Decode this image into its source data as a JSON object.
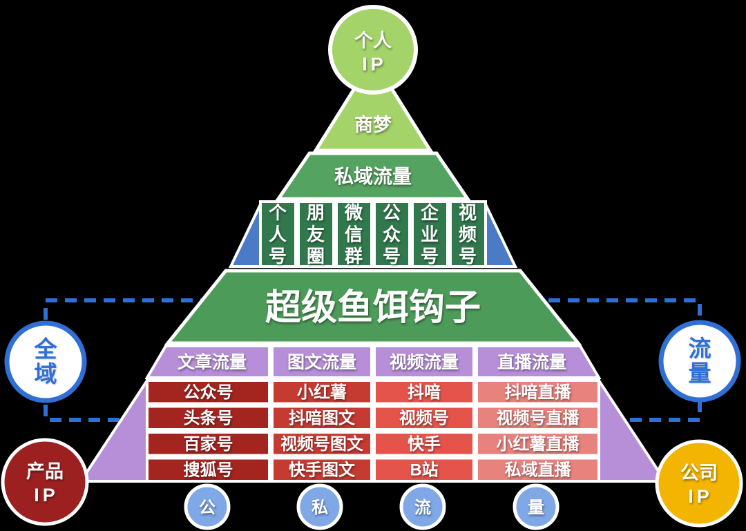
{
  "top_circle": {
    "line1": "个人",
    "line2": "IP"
  },
  "pyramid": {
    "level_shangmeng": "商梦",
    "level_private": "私域流量",
    "wechat_boxes": [
      "个人号",
      "朋友圈",
      "微信群",
      "公众号",
      "企业号",
      "视频号"
    ],
    "hook_title": "超级鱼饵钩子",
    "traffic_headers": [
      "文章流量",
      "图文流量",
      "视频流量",
      "直播流量"
    ],
    "grid_rows": [
      [
        "公众号",
        "小红薯",
        "抖喑",
        "抖喑直播"
      ],
      [
        "头条号",
        "抖喑图文",
        "视频号",
        "视频号直播"
      ],
      [
        "百家号",
        "视频号图文",
        "快手",
        "小红薯直播"
      ],
      [
        "搜狐号",
        "快手图文",
        "B站",
        "私域直播"
      ]
    ]
  },
  "left_circle": "全域",
  "right_circle": "流量",
  "product_circle": {
    "line1": "产品",
    "line2": "IP"
  },
  "company_circle": {
    "line1": "公司",
    "line2": "IP"
  },
  "bottom_circles": [
    "公",
    "私",
    "流",
    "量"
  ],
  "colors": {
    "light_green": "#a4d369",
    "mid_green": "#55a360",
    "dark_green_box": "#31794d",
    "hook_green": "#4c9b59",
    "blue_triangle": "#4b7ac6",
    "purple": "#b78fd9",
    "dash_blue": "#2f6fd6",
    "bottom_circle_blue": "#80a8e6",
    "product_red": "#9c2020",
    "company_yellow": "#f4b502",
    "grid_columns": [
      "#a42420",
      "#c53a31",
      "#e4544b",
      "#e8827d"
    ]
  }
}
